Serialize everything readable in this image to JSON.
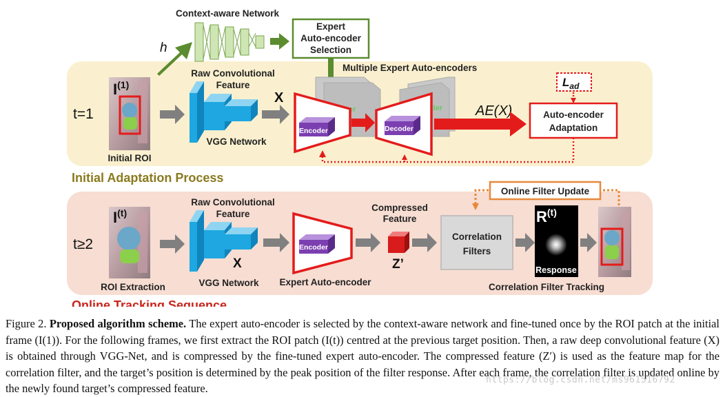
{
  "top": {
    "context_network": "Context-aware Network",
    "h_label": "h",
    "expert_selection": [
      "Expert",
      "Auto-encoder",
      "Selection"
    ],
    "multiple_experts": "Multiple Expert Auto-encoders",
    "raw_feature": [
      "Raw Convolutional",
      "Feature"
    ],
    "x_label": "X",
    "ae_label": "AE(X)",
    "lad_label": "L",
    "lad_sub": "ad",
    "adaptation": [
      "Auto-encoder",
      "Adaptation"
    ],
    "t_label": "t=1",
    "i1_label": "I",
    "i1_sup": "(1)",
    "initial_roi": "Initial ROI",
    "vgg_label": "VGG Network",
    "encoder": "Encoder",
    "decoder": "Decoder",
    "back_label": "der",
    "process_title": "Initial Adaptation Process"
  },
  "bottom": {
    "t_label": "t≥2",
    "it_label": "I",
    "it_sup": "(t)",
    "roi_extraction": "ROI Extraction",
    "raw_feature": [
      "Raw Convolutional",
      "Feature"
    ],
    "x_label": "X",
    "vgg_label": "VGG Network",
    "encoder": "Encoder",
    "expert_ae": "Expert Auto-encoder",
    "compressed": [
      "Compressed",
      "Feature"
    ],
    "z_label": "Z’",
    "online_update": "Online Filter Update",
    "corr_filters": [
      "Correlation",
      "Filters"
    ],
    "r_label": "R",
    "r_sup": "(t)",
    "response": "Response",
    "tracking": "Correlation Filter Tracking",
    "sequence_title": "Online Tracking Sequence"
  },
  "caption": {
    "fig": "Figure 2. ",
    "bold": "Proposed algorithm scheme.",
    "rest": " The expert auto-encoder is selected by the context-aware network and fine-tuned once by the ROI patch at the initial frame (I(1)). For the following frames, we first extract the ROI patch (I(t)) centred at the previous target position. Then, a raw deep convolutional feature (X) is obtained through VGG-Net, and is compressed by the fine-tuned expert auto-encoder. The compressed feature (Z′) is used as the feature map for the correlation filter, and the target’s position is determined by the peak position of the filter response. After each frame, the correlation filter is updated online by the newly found target’s compressed feature."
  },
  "watermark": "https://blog.csdn.net/ms961516792",
  "colors": {
    "top_panel": "#faf0cf",
    "bottom_panel": "#f7ddd2",
    "green": "#5b8c2f",
    "red": "#e41b1b",
    "blue": "#1ea7e0",
    "purple": "#7b3fb0",
    "orange": "#e8883a",
    "olive_title": "#8a7a1e",
    "red_title": "#c8251b"
  }
}
